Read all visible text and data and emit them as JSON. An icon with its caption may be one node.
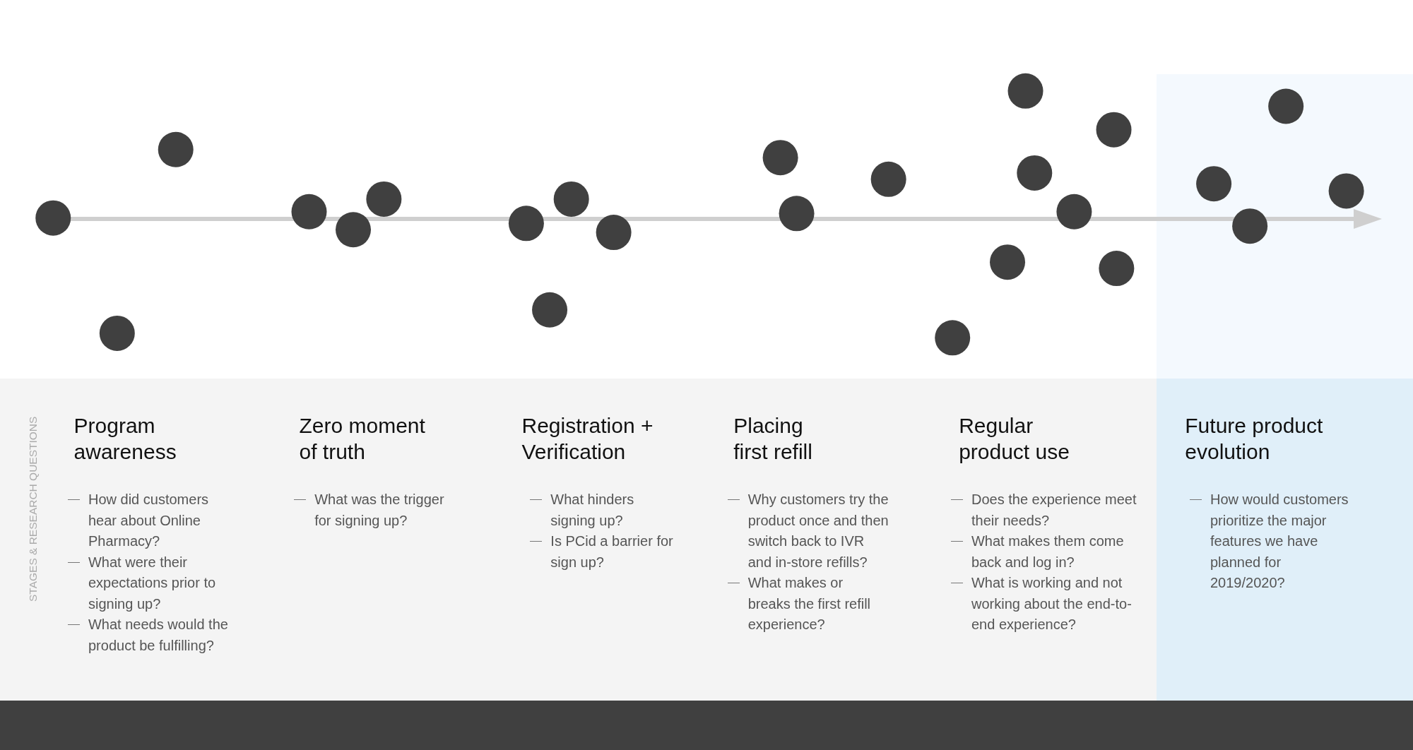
{
  "diagram": {
    "nodes": [
      {
        "text": [
          "Program awareness",
          "How did customers hear about Online Pharmacy?",
          "What were their expectations prior to signing up?",
          "What needs would the product be fulfilling?"
        ]
      },
      {
        "text": [
          "Zero moment of truth",
          "What was the trigger for signing up?"
        ]
      },
      {
        "text": [
          "Registration + Verification",
          "What hinders signing up?",
          "Is PCid a barrier for sign up?"
        ]
      },
      {
        "text": [
          "Placing first refill",
          "Why customers try the product once and then switch back to IVR and in-store refills?",
          "What makes or breaks the first refill experience?"
        ]
      },
      {
        "text": [
          "Regular product use",
          "Does the experience meet their needs?",
          "What makes them come back and log in?",
          "What is working and not working about the end-to-end experience?"
        ]
      },
      {
        "text": [
          "Future product evolution",
          "How would customers prioritize the major features we have planned for 2019/2020?"
        ]
      }
    ],
    "edges": [],
    "labels": [
      "STAGES & RESEARCH QUESTIONS"
    ]
  }
}
